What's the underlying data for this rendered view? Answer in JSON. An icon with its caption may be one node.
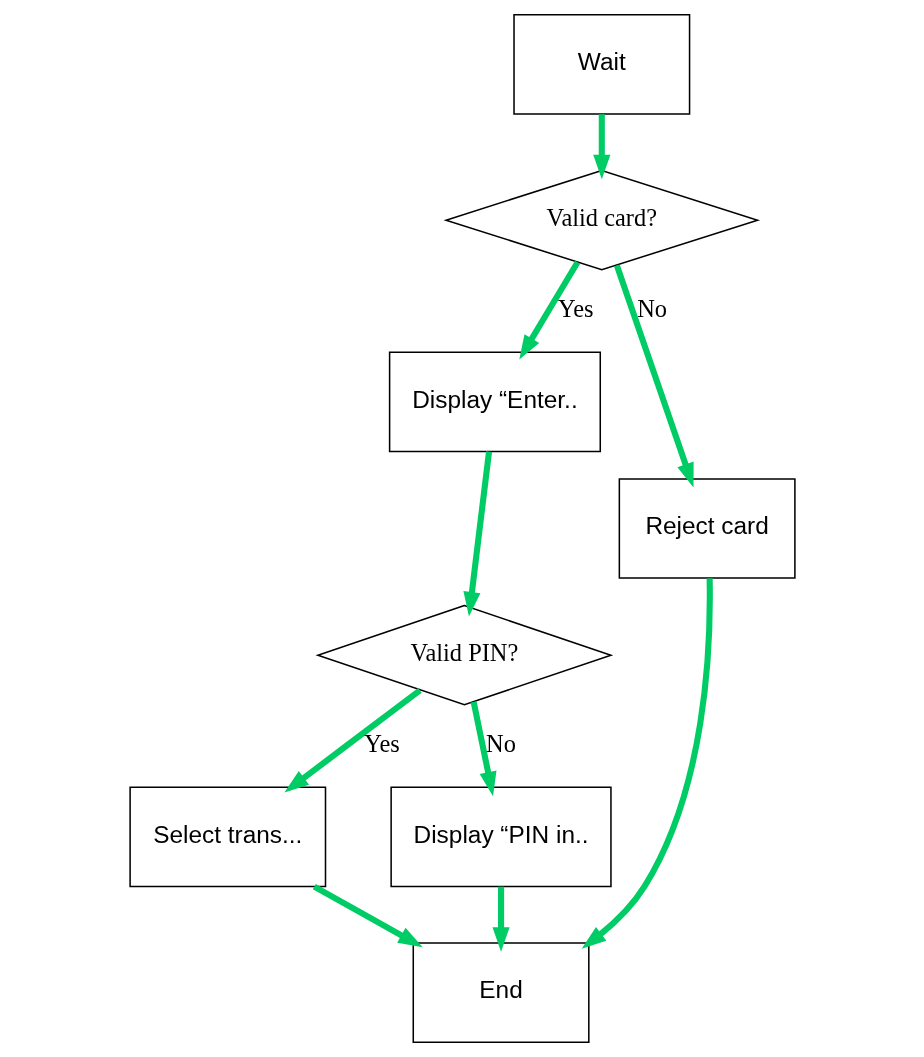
{
  "diagram": {
    "nodes": [
      {
        "text": [
          "Wait"
        ]
      },
      {
        "text": [
          "Valid card?"
        ]
      },
      {
        "text": [
          "Display “Enter.."
        ]
      },
      {
        "text": [
          "Reject card"
        ]
      },
      {
        "text": [
          "Valid PIN?"
        ]
      },
      {
        "text": [
          "Select trans..."
        ]
      },
      {
        "text": [
          "Display “PIN in.."
        ]
      },
      {
        "text": [
          "End"
        ]
      }
    ],
    "edges": [
      {
        "from": 0,
        "to": 1,
        "arrow": "to"
      },
      {
        "from": 1,
        "to": 2,
        "arrow": "to",
        "label": "Yes"
      },
      {
        "from": 1,
        "to": 3,
        "arrow": "to",
        "label": "No"
      },
      {
        "from": 2,
        "to": 4,
        "arrow": "to"
      },
      {
        "from": 4,
        "to": 5,
        "arrow": "to",
        "label": "Yes"
      },
      {
        "from": 4,
        "to": 6,
        "arrow": "to",
        "label": "No"
      },
      {
        "from": 3,
        "to": 7,
        "arrow": "to"
      },
      {
        "from": 6,
        "to": 7,
        "arrow": "to"
      },
      {
        "from": 5,
        "to": 7,
        "arrow": "to"
      }
    ]
  }
}
